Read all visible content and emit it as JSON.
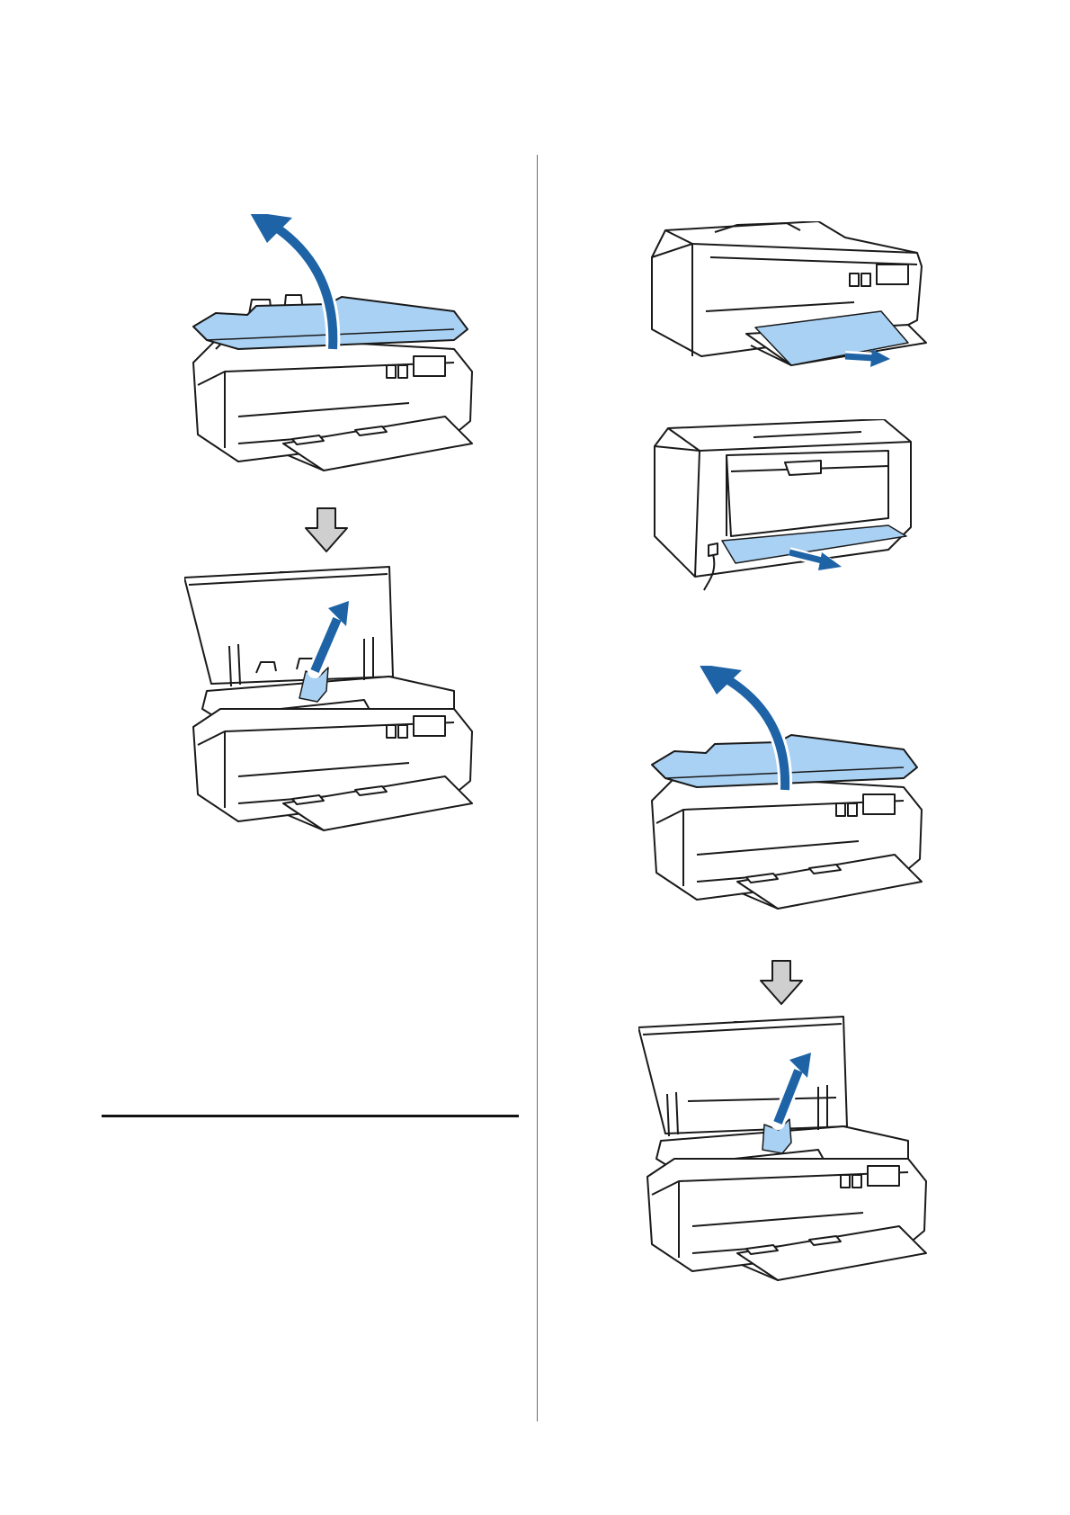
{
  "page": {
    "background": "#ffffff",
    "description_colors": {
      "highlight": "#a9d1f3",
      "arrow": "#1e63a6",
      "step_arrow": "#cfcfcf",
      "line": "#1a1a1a"
    }
  },
  "figures": [
    {
      "name": "open-cover-figure",
      "icon": "printer-cover-lift-icon"
    },
    {
      "name": "step-down-arrow-left",
      "icon": "down-arrow-icon"
    },
    {
      "name": "remove-jammed-paper-figure",
      "icon": "printer-open-jam-icon"
    },
    {
      "name": "pull-paper-front-figure",
      "icon": "printer-front-pull-icon"
    },
    {
      "name": "pull-paper-rear-figure",
      "icon": "printer-rear-pull-icon"
    },
    {
      "name": "open-cover-figure-2",
      "icon": "printer-cover-lift-icon"
    },
    {
      "name": "step-down-arrow-right",
      "icon": "down-arrow-icon"
    },
    {
      "name": "remove-jammed-paper-figure-2",
      "icon": "printer-open-jam-icon"
    }
  ]
}
